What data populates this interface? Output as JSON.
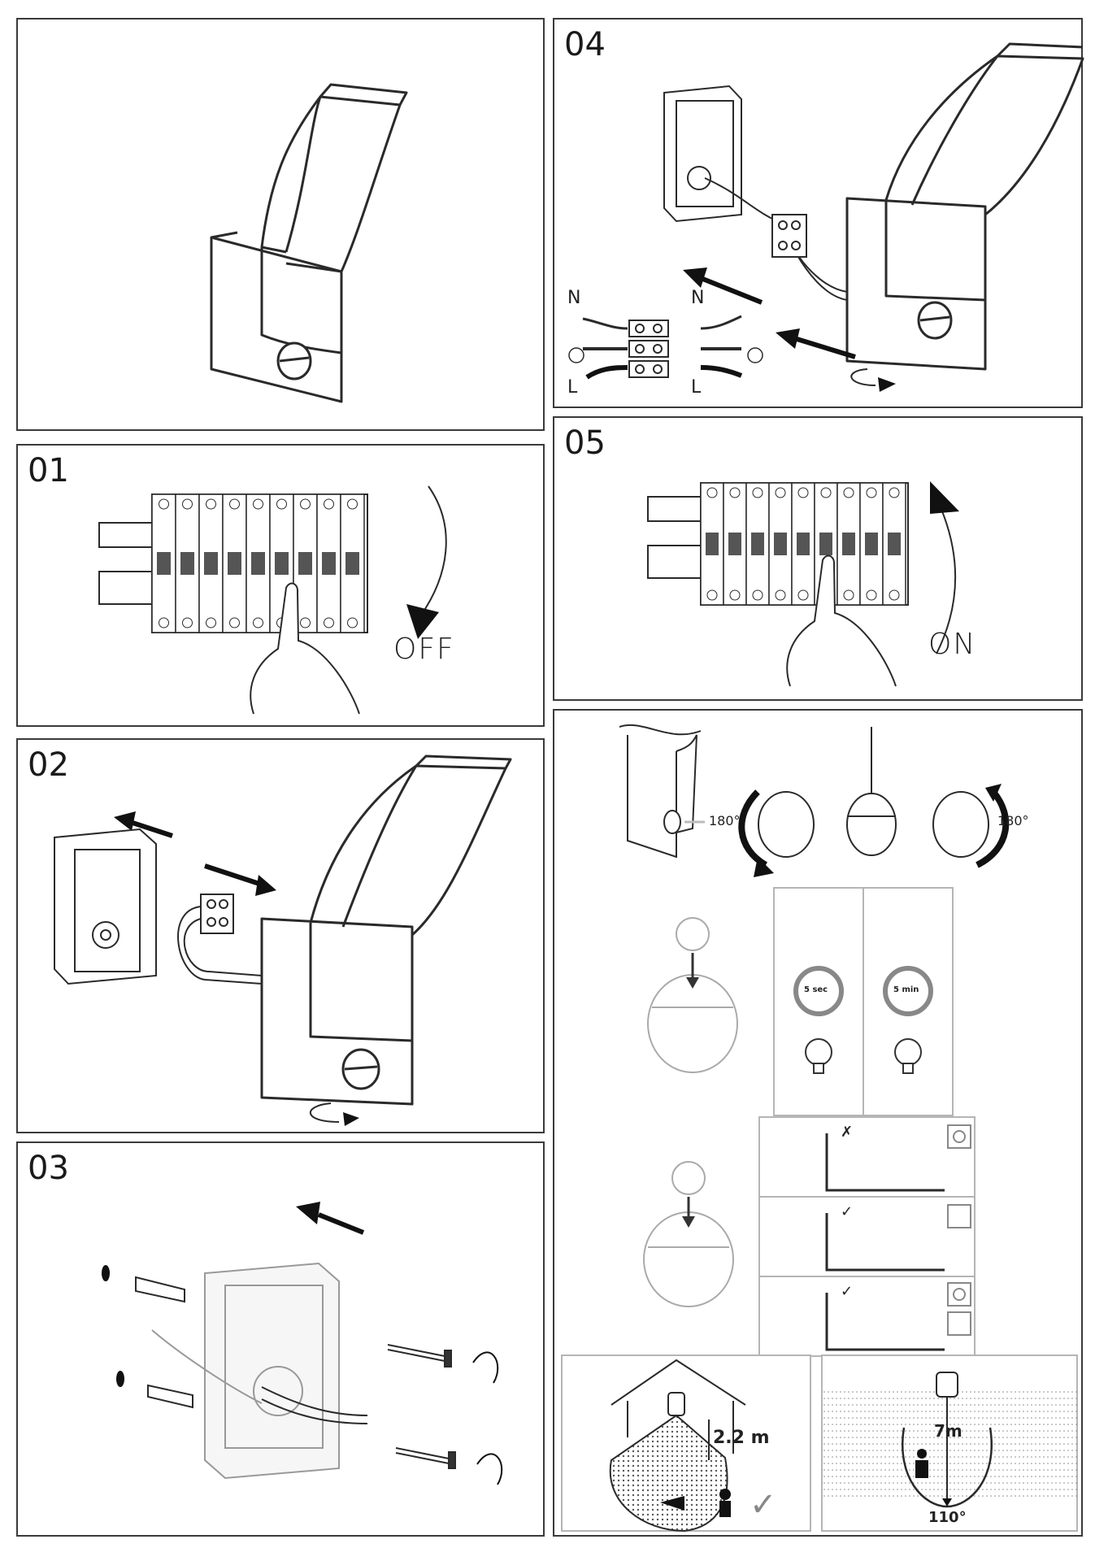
{
  "document": {
    "title": "Wall lamp with motion sensor installation guide"
  },
  "panels": {
    "overview": {
      "label": ""
    },
    "step01": {
      "number": "01",
      "switch_state": "OFF"
    },
    "step02": {
      "number": "02"
    },
    "step03": {
      "number": "03"
    },
    "step04": {
      "number": "04",
      "wiring": {
        "neutral_left": "N",
        "neutral_right": "N",
        "live_left": "L",
        "live_right": "L",
        "earth_symbol": "earth-icon"
      }
    },
    "step05": {
      "number": "05",
      "switch_state": "ON"
    },
    "sensor": {
      "rotation_left": "180°",
      "rotation_right": "180°",
      "timer_short": "5 sec",
      "timer_long": "5 min",
      "mount_height": "2.2 m",
      "detection_range": "7m",
      "detection_angle": "110°"
    }
  },
  "icons": {
    "arrow": "arrow-icon",
    "rotate": "rotate-icon",
    "check": "✓",
    "cross": "✗",
    "sun": "sun-icon",
    "moon": "moon-icon",
    "bulb": "light-bulb-icon",
    "clock": "timer-icon"
  },
  "colors": {
    "line": "#2a2a2a",
    "frame": "#3a3a3a",
    "subframe": "#b5b5b5",
    "dots": "#555555",
    "check": "#888888"
  }
}
